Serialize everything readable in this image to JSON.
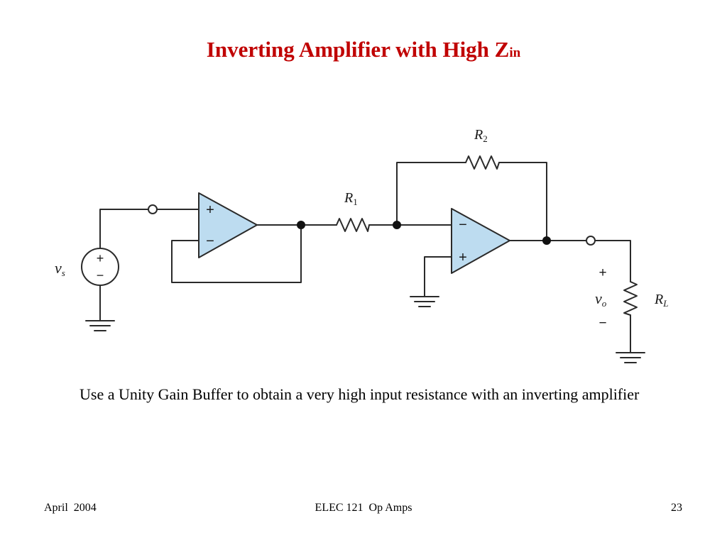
{
  "slide": {
    "title": "Inverting Amplifier with High Z",
    "title_subscript": "in",
    "body": "Use a Unity Gain Buffer to obtain a very high input resistance with an inverting amplifier",
    "footer": {
      "left": "April  2004",
      "center": "ELEC 121  Op Amps",
      "right": "23"
    }
  },
  "circuit": {
    "source": {
      "symbol": "v",
      "subscript": "s",
      "plus": "+",
      "minus": "−"
    },
    "buffer_opamp": {
      "noninverting": "+",
      "inverting": "−"
    },
    "r1": {
      "symbol": "R",
      "subscript": "1"
    },
    "r2": {
      "symbol": "R",
      "subscript": "2"
    },
    "inverting_opamp": {
      "inverting": "−",
      "noninverting": "+"
    },
    "output": {
      "symbol": "v",
      "subscript": "o",
      "plus": "+",
      "minus": "−"
    },
    "load": {
      "symbol": "R",
      "subscript": "L"
    },
    "colors": {
      "opamp_fill": "#bddcf0",
      "wire": "#2a2a2a",
      "title": "#c00000"
    }
  }
}
